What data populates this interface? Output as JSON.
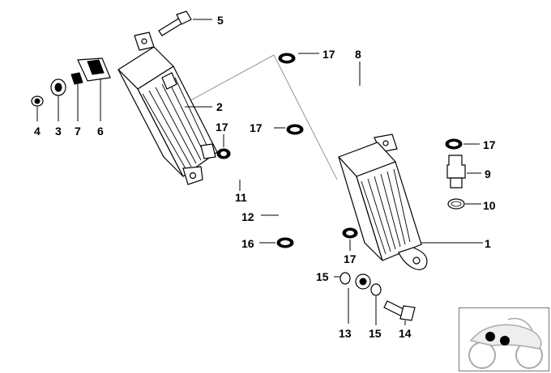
{
  "diagram": {
    "callouts": [
      {
        "id": "c5",
        "text": "5"
      },
      {
        "id": "c17a",
        "text": "17"
      },
      {
        "id": "c8",
        "text": "8"
      },
      {
        "id": "c2",
        "text": "2"
      },
      {
        "id": "c4",
        "text": "4"
      },
      {
        "id": "c3",
        "text": "3"
      },
      {
        "id": "c7",
        "text": "7"
      },
      {
        "id": "c6",
        "text": "6"
      },
      {
        "id": "c17b",
        "text": "17"
      },
      {
        "id": "c17c",
        "text": "17"
      },
      {
        "id": "c17d",
        "text": "17"
      },
      {
        "id": "c9",
        "text": "9"
      },
      {
        "id": "c10",
        "text": "10"
      },
      {
        "id": "c11",
        "text": "11"
      },
      {
        "id": "c12",
        "text": "12"
      },
      {
        "id": "c17e",
        "text": "17"
      },
      {
        "id": "c1",
        "text": "1"
      },
      {
        "id": "c16",
        "text": "16"
      },
      {
        "id": "c15a",
        "text": "15"
      },
      {
        "id": "c13",
        "text": "13"
      },
      {
        "id": "c15b",
        "text": "15"
      },
      {
        "id": "c14",
        "text": "14"
      }
    ],
    "thumbnail_icon": "motorcycle-locator-icon"
  }
}
